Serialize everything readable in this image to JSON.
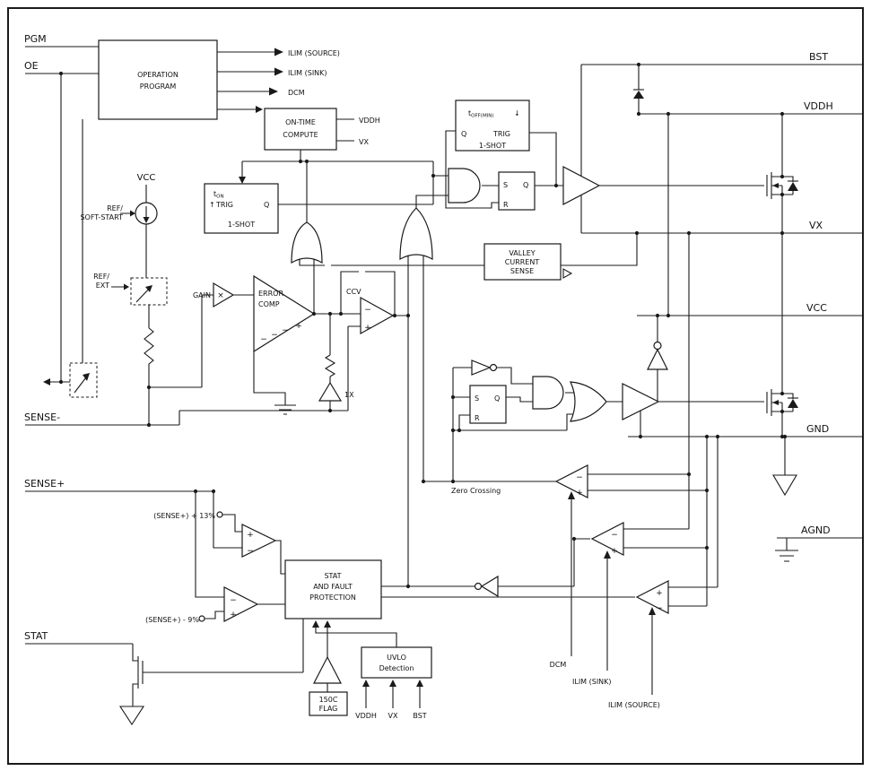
{
  "pins": {
    "pgm": "PGM",
    "oe": "OE",
    "vcc_left": "VCC",
    "sense_minus": "SENSE-",
    "sense_plus": "SENSE+",
    "stat": "STAT",
    "bst": "BST",
    "vddh": "VDDH",
    "vx": "VX",
    "vcc_right": "VCC",
    "gnd": "GND",
    "agnd": "AGND"
  },
  "blocks": {
    "operation_program": {
      "line1": "OPERATION",
      "line2": "PROGRAM"
    },
    "on_time_compute": {
      "line1": "ON-TIME",
      "line2": "COMPUTE"
    },
    "toff_one_shot": {
      "t": "t",
      "sub": "OFF(MIN)",
      "edge": "↓",
      "q": "Q",
      "trig": "TRIG",
      "label": "1-SHOT"
    },
    "ton_one_shot": {
      "t": "t",
      "sub": "ON",
      "edge": "↑",
      "q": "Q",
      "trig": "TRIG",
      "label": "1-SHOT"
    },
    "valley_current_sense": {
      "line1": "VALLEY",
      "line2": "CURRENT",
      "line3": "SENSE"
    },
    "stat_fault_protection": {
      "line1": "STAT",
      "line2": "AND FAULT",
      "line3": "PROTECTION"
    },
    "uvlo_detection": {
      "line1": "UVLO",
      "line2": "Detection"
    },
    "flag_150c": {
      "line1": "150C",
      "line2": "FLAG"
    }
  },
  "latch": {
    "s": "S",
    "q": "Q",
    "r": "R"
  },
  "labels": {
    "ilim_source_top": "ILIM (SOURCE)",
    "ilim_sink_top": "ILIM (SINK)",
    "dcm_top": "DCM",
    "vddh_out": "VDDH",
    "vx_out": "VX",
    "ref_soft_start_line1": "REF/",
    "ref_soft_start_line2": "SOFT-START",
    "ref_ext_line1": "REF/",
    "ref_ext_line2": "EXT",
    "gain": "GAIN",
    "multiply": "×",
    "error_comp_line1": "ERROR",
    "error_comp_line2": "COMP",
    "ccv": "CCV",
    "one_x": "1X",
    "zero_crossing": "Zero Crossing",
    "sense_plus_13": "(SENSE+) + 13%",
    "sense_minus_9": "(SENSE+) - 9%",
    "dcm_bottom": "DCM",
    "ilim_sink_bottom": "ILIM (SINK)",
    "ilim_source_bottom": "ILIM (SOURCE)",
    "uvlo_in_vddh": "VDDH",
    "uvlo_in_vx": "VX",
    "uvlo_in_bst": "BST",
    "plus": "+",
    "minus": "−"
  },
  "colors": {
    "line": "#1a1a1a",
    "background": "#ffffff"
  }
}
